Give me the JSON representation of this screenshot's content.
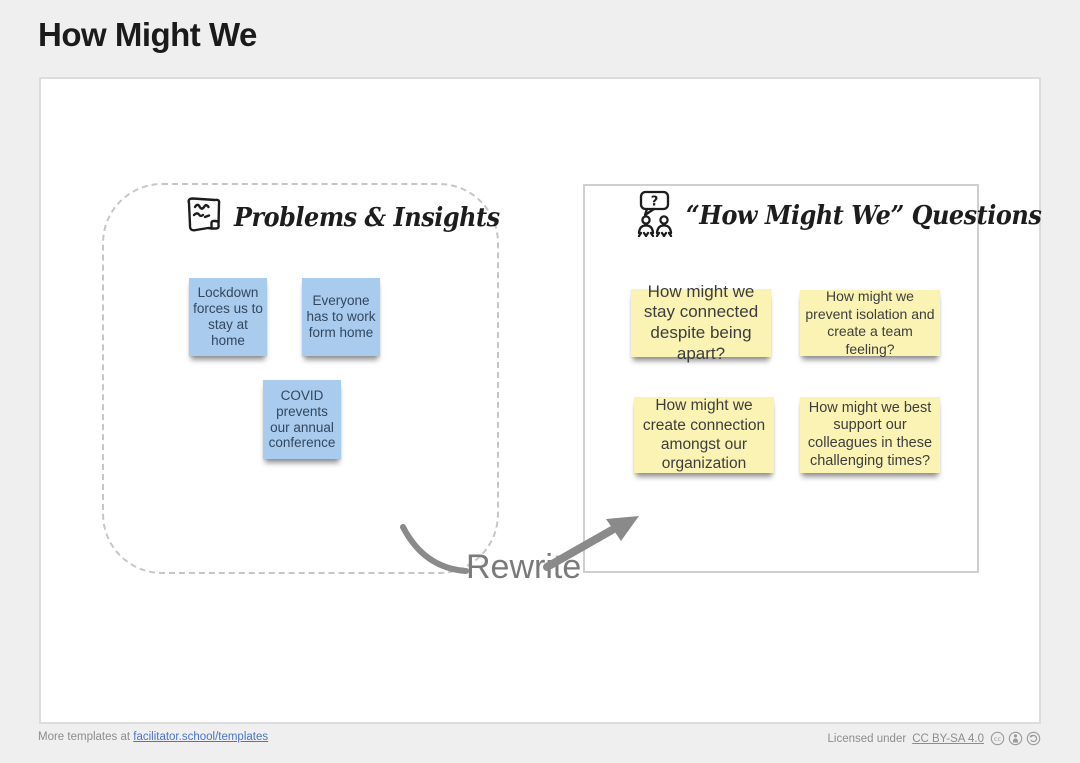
{
  "page": {
    "title": "How Might We"
  },
  "sections": {
    "problems": {
      "title": "Problems & Insights",
      "icon": "sticky-note-icon",
      "note_color": "#a8cbee",
      "notes": [
        {
          "text": "Lockdown forces us to stay at home"
        },
        {
          "text": "Everyone has to work form home"
        },
        {
          "text": "COVID prevents our annual conference"
        }
      ]
    },
    "questions": {
      "title": "“How Might We” Questions",
      "icon": "people-question-icon",
      "note_color": "#faf3b3",
      "notes": [
        {
          "text": "How might we stay connected despite being apart?"
        },
        {
          "text": "How might we prevent isolation and create a team feeling?"
        },
        {
          "text": "How might we create connection amongst our organization"
        },
        {
          "text": "How might we best support our colleagues in these challenging times?"
        }
      ]
    }
  },
  "annotation": {
    "label": "Rewrite",
    "arrow_color": "#8a8a8a"
  },
  "footer": {
    "left_text": "More templates at",
    "left_link": "facilitator.school/templates",
    "right_text": "Licensed under",
    "right_link": "CC BY-SA 4.0",
    "icons": [
      "cc-icon",
      "cc-attribution-icon",
      "cc-sharealike-icon"
    ]
  },
  "colors": {
    "background": "#efefef",
    "board": "#ffffff",
    "link_blue": "#4a74c9",
    "note_blue": "#a8cbee",
    "note_yellow": "#faf3b3",
    "annotation_gray": "#8a8a8a"
  }
}
